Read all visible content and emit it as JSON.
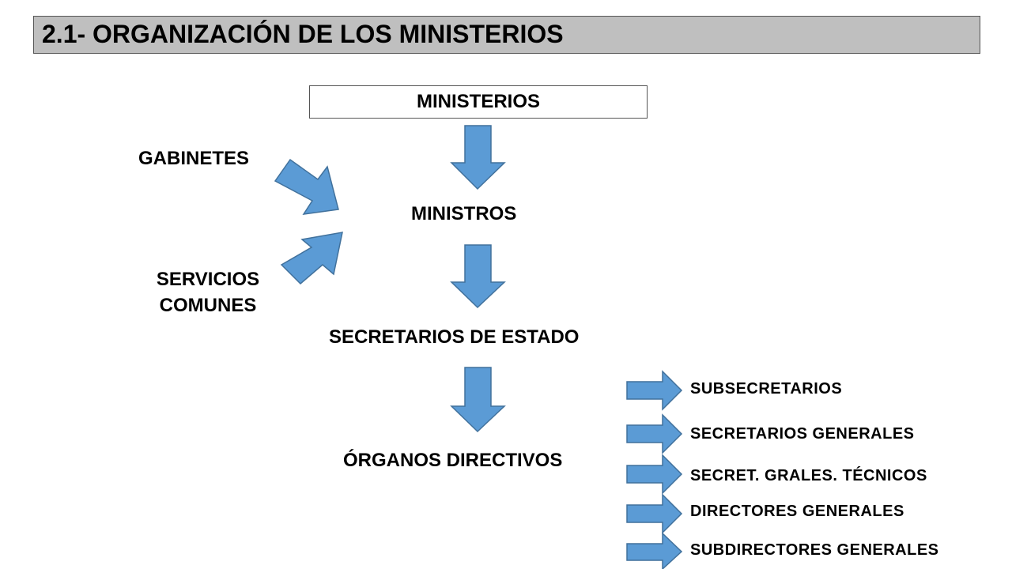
{
  "title": "2.1- ORGANIZACIÓN DE LOS MINISTERIOS",
  "top_box": "MINISTERIOS",
  "nodes": {
    "gabinetes": "GABINETES",
    "servicios_comunes_1": "SERVICIOS",
    "servicios_comunes_2": "COMUNES",
    "ministros": "MINISTROS",
    "secretarios_estado": "SECRETARIOS DE ESTADO",
    "organos_directivos": "ÓRGANOS DIRECTIVOS"
  },
  "organos_list": [
    "SUBSECRETARIOS",
    "SECRETARIOS GENERALES",
    "SECRET. GRALES. TÉCNICOS",
    "DIRECTORES GENERALES",
    "SUBDIRECTORES GENERALES"
  ],
  "colors": {
    "title_bg": "#bfbfbf",
    "arrow_fill": "#5b9bd5",
    "arrow_stroke": "#41719c"
  }
}
